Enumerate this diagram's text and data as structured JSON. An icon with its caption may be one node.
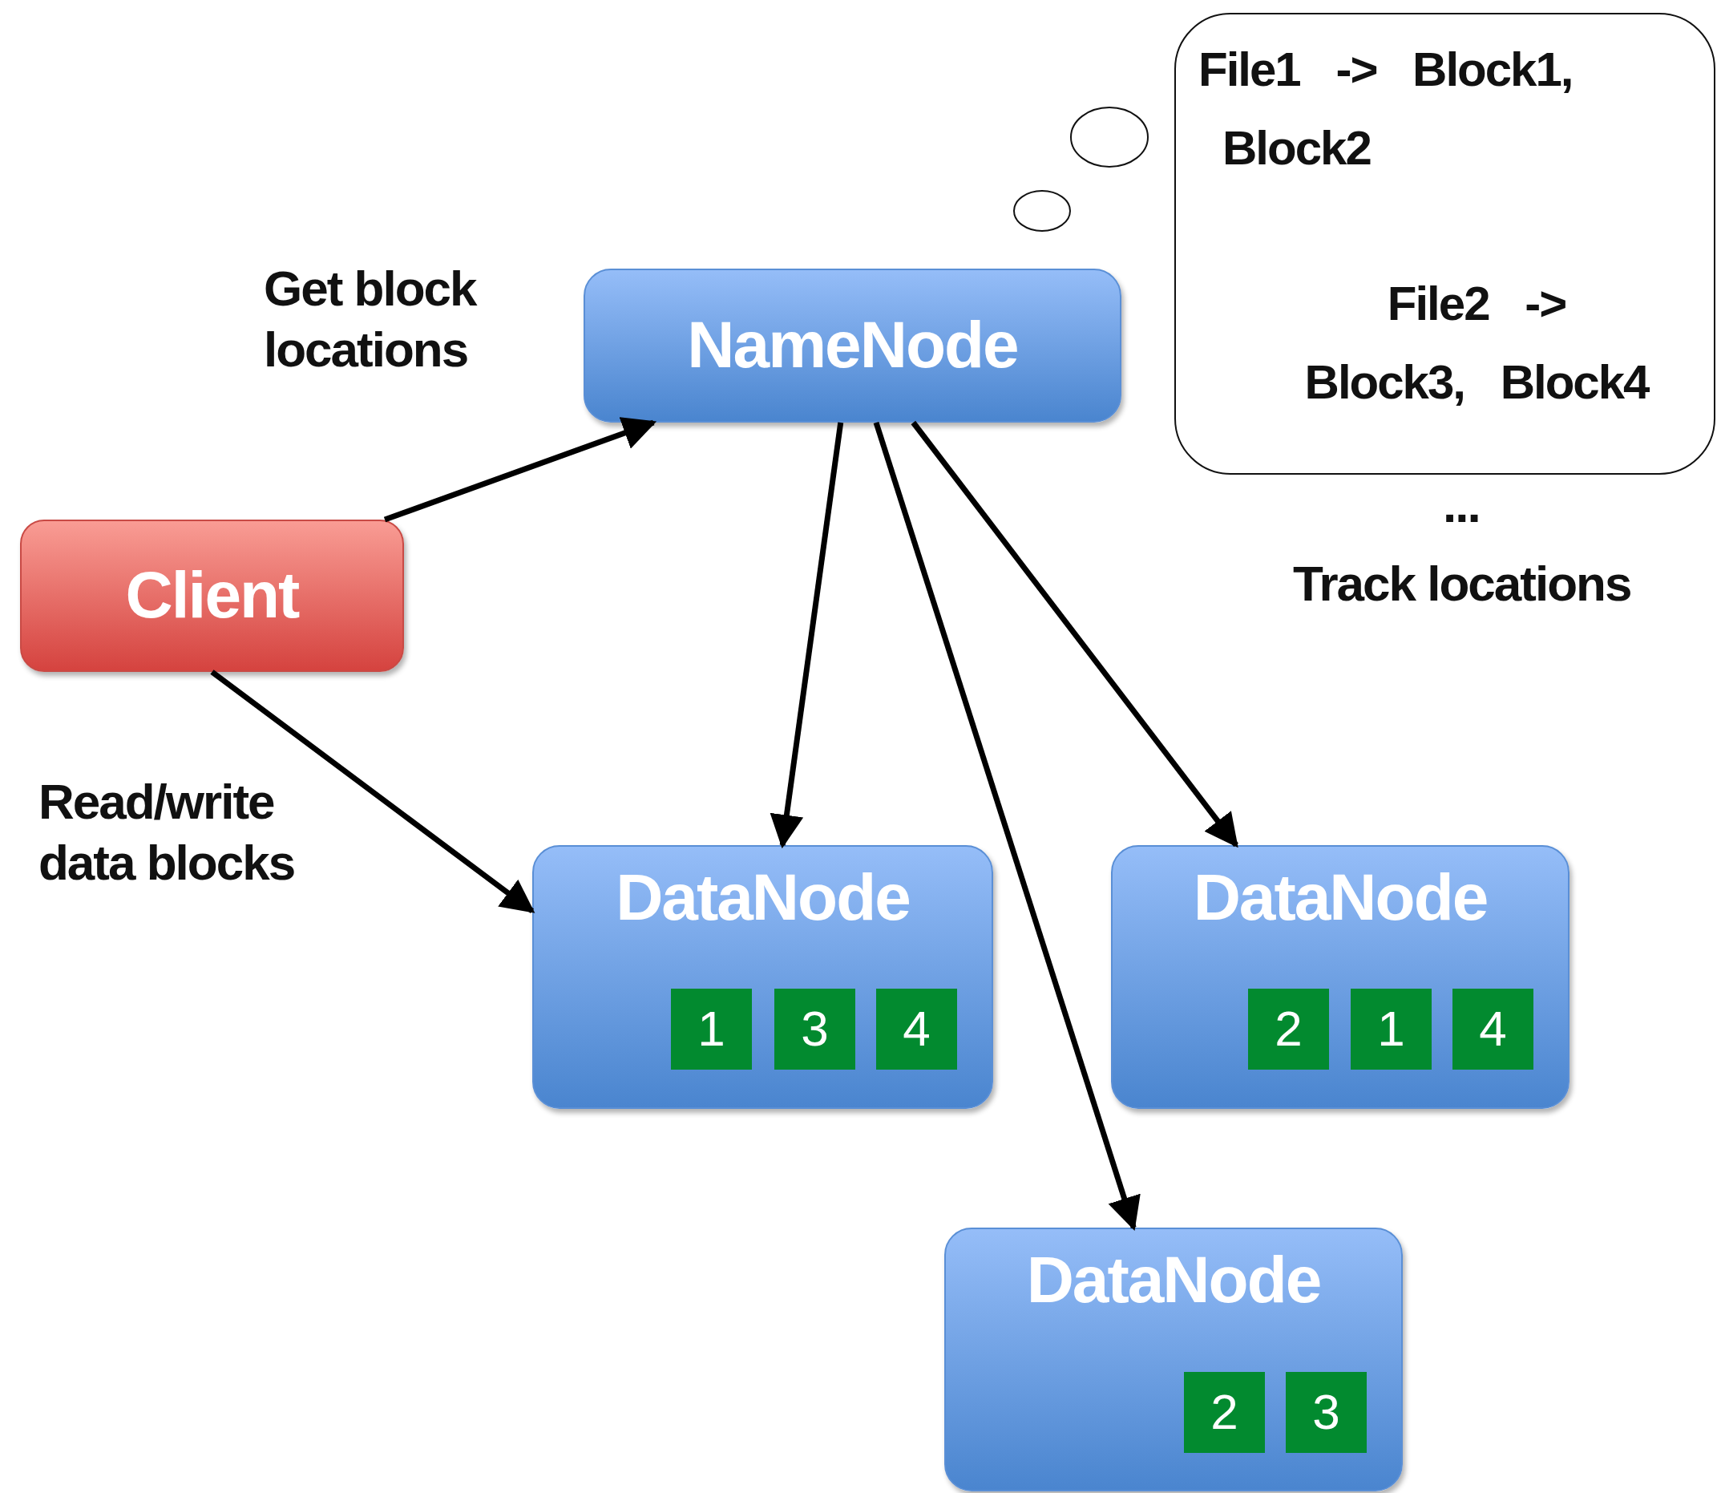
{
  "diagram": {
    "nodes": [
      {
        "text": [
          "File1 -> Block1, Block2",
          "File2 -> Block3, Block4"
        ]
      },
      {
        "text": [
          "NameNode"
        ]
      },
      {
        "text": [
          "Client"
        ]
      },
      {
        "text": [
          "DataNode"
        ]
      },
      {
        "text": [
          "1"
        ],
        "in": 3
      },
      {
        "text": [
          "3"
        ],
        "in": 3
      },
      {
        "text": [
          "4"
        ],
        "in": 3
      },
      {
        "text": [
          "DataNode"
        ]
      },
      {
        "text": [
          "2"
        ],
        "in": 7
      },
      {
        "text": [
          "1"
        ],
        "in": 7
      },
      {
        "text": [
          "4"
        ],
        "in": 7
      },
      {
        "text": [
          "DataNode"
        ]
      },
      {
        "text": [
          "2"
        ],
        "in": 11
      },
      {
        "text": [
          "3"
        ],
        "in": 11
      }
    ],
    "edges": [
      {
        "from": 2,
        "to": 1,
        "arrow": "to"
      },
      {
        "from": 2,
        "to": 3,
        "arrow": "to"
      },
      {
        "from": 1,
        "to": 3,
        "arrow": "to"
      },
      {
        "from": 1,
        "to": 11,
        "arrow": "to"
      },
      {
        "from": 1,
        "to": 7,
        "arrow": "to"
      }
    ],
    "labels": [
      "Get block locations",
      "...",
      "Track locations",
      "Read/write data blocks"
    ]
  }
}
